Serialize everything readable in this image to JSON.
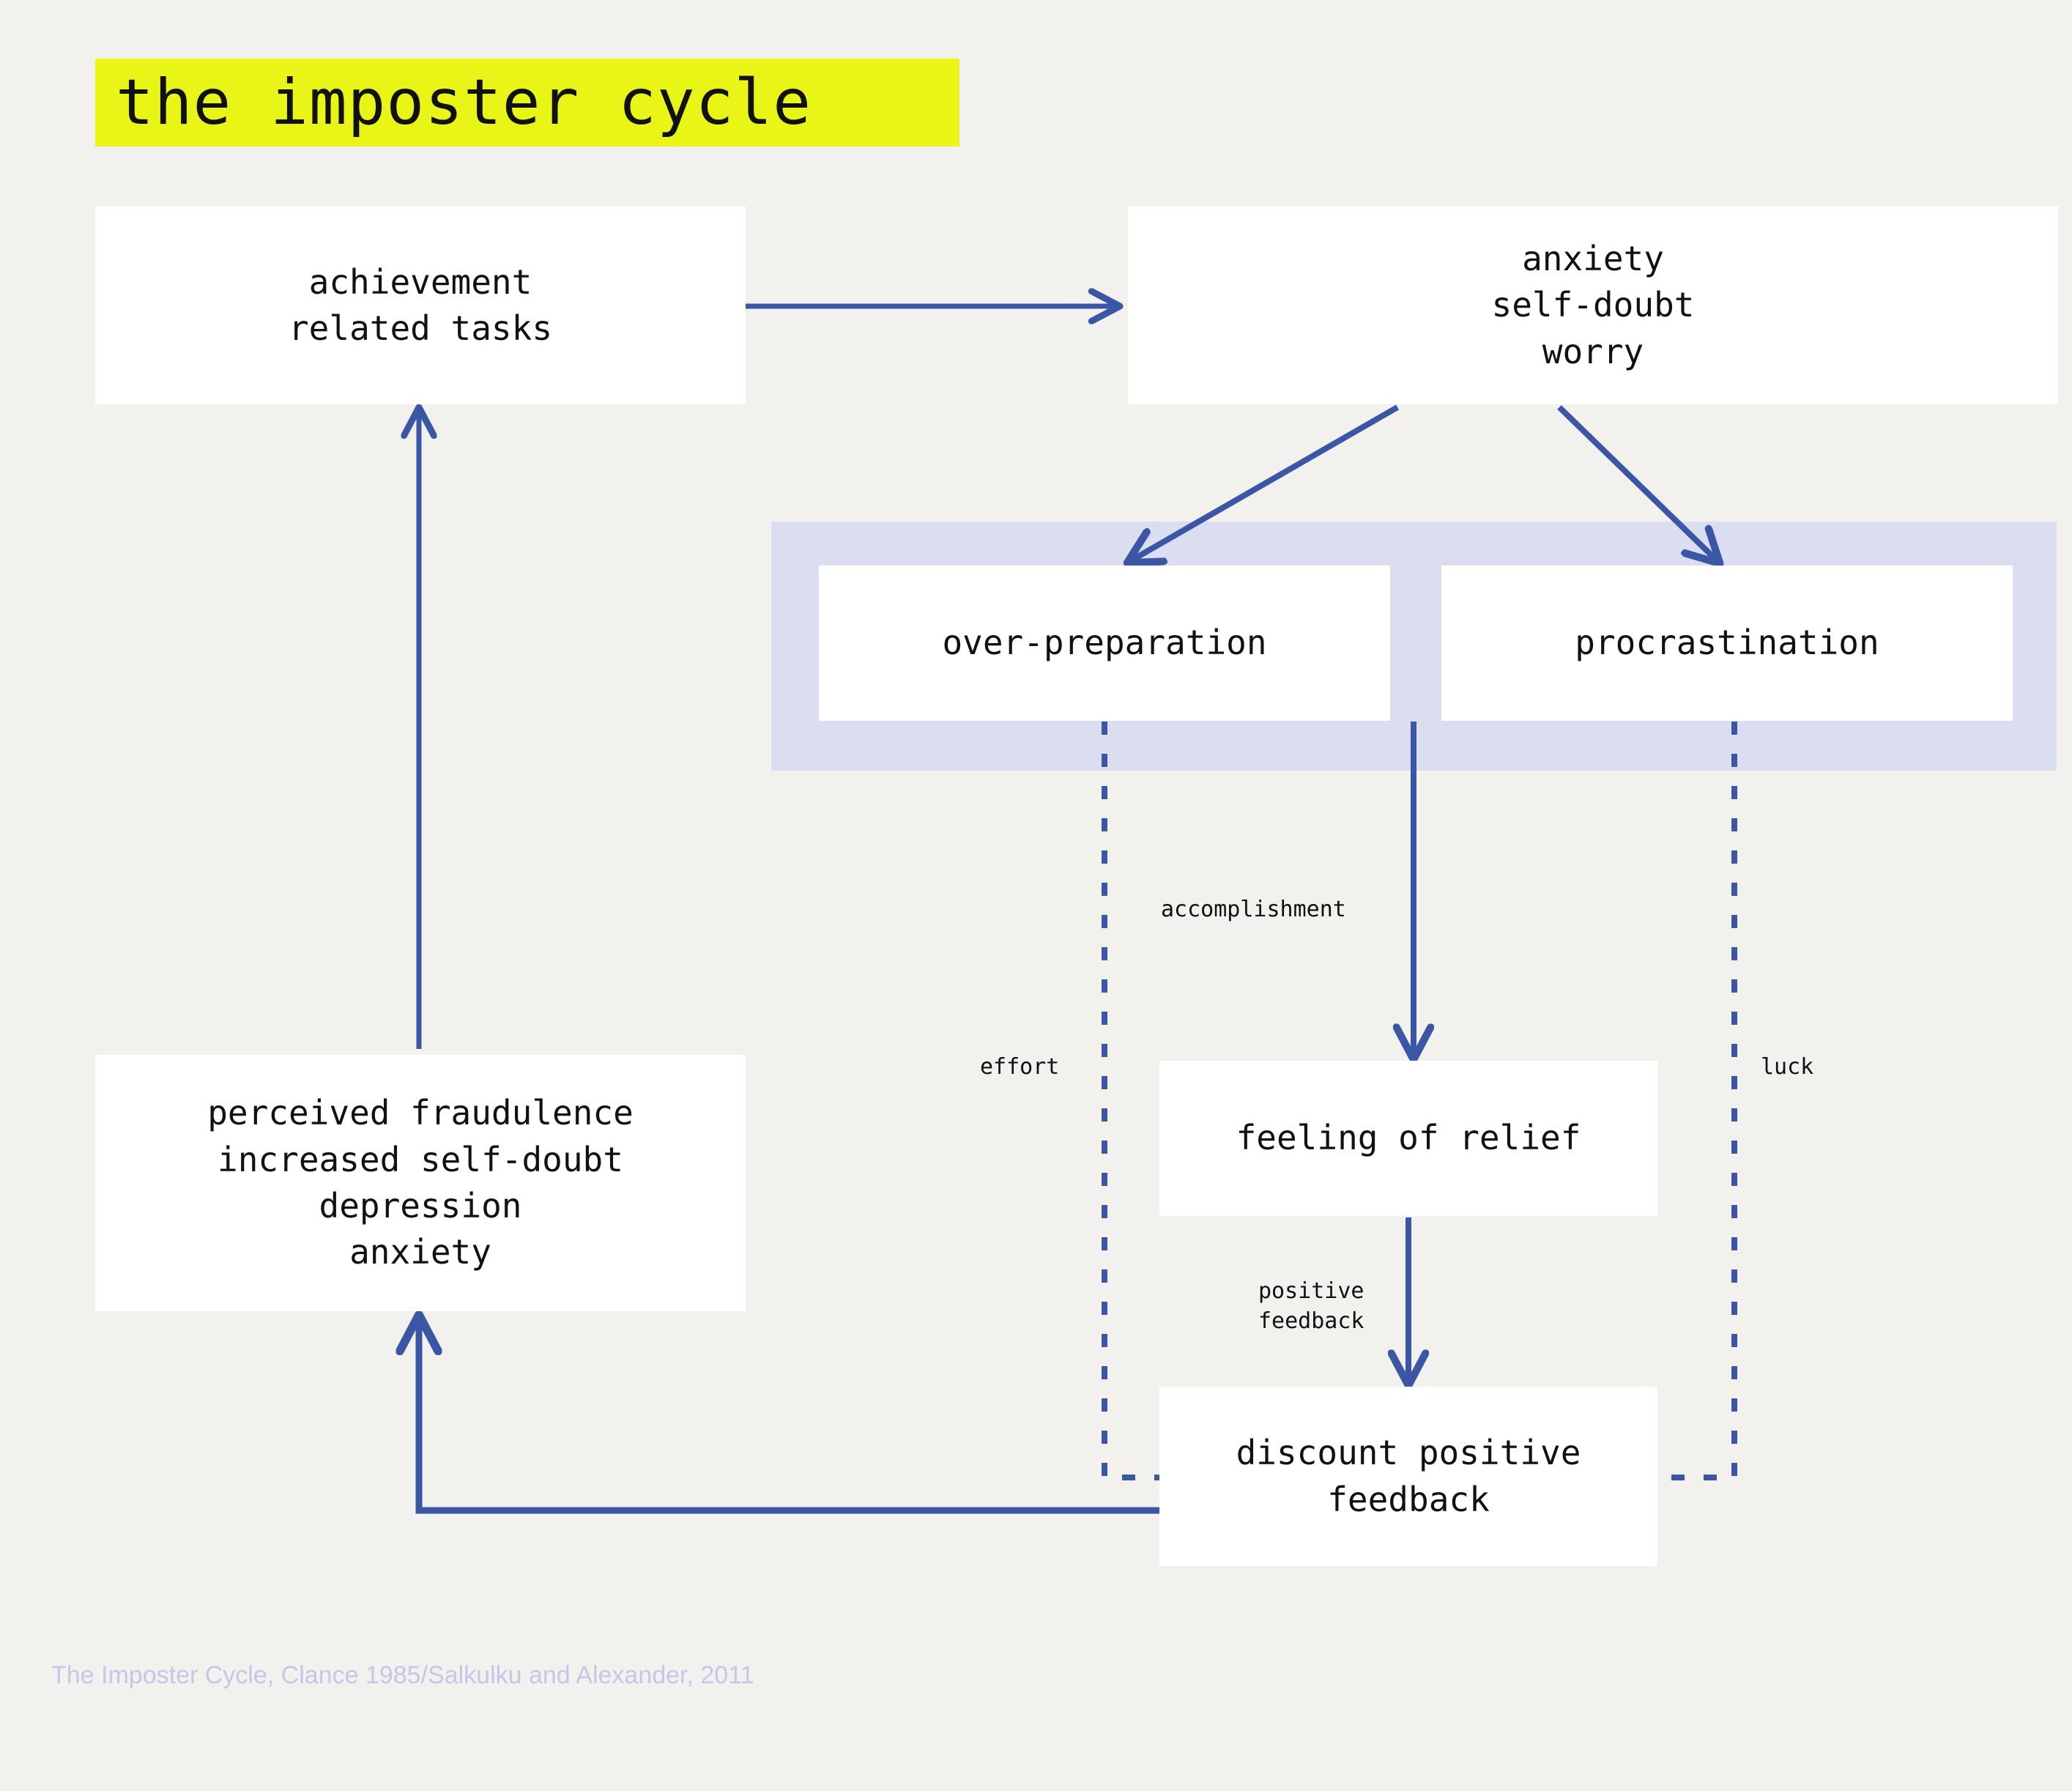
{
  "title": {
    "text": "the imposter cycle",
    "highlight_color": "#e8f516"
  },
  "colors": {
    "page_background": "#f2f1ed",
    "node_fill": "#ffffff",
    "band_fill": "#dbdef0",
    "arrow": "#3a56a5",
    "text": "#111111",
    "footer_text": "#c3c8e8"
  },
  "nodes": {
    "achievement": {
      "lines": [
        "achievement",
        "related tasks"
      ]
    },
    "anxiety": {
      "lines": [
        "anxiety",
        "self-doubt",
        "worry"
      ]
    },
    "over_preparation": {
      "lines": [
        "over-preparation"
      ]
    },
    "procrastination": {
      "lines": [
        "procrastination"
      ]
    },
    "perceived_fraudulence": {
      "lines": [
        "perceived fraudulence",
        "increased self-doubt",
        "depression",
        "anxiety"
      ]
    },
    "feeling_of_relief": {
      "lines": [
        "feeling of relief"
      ]
    },
    "discount_positive_feedback": {
      "lines": [
        "discount positive",
        "feedback"
      ]
    }
  },
  "edge_labels": {
    "accomplishment": "accomplishment",
    "effort": "effort",
    "luck": "luck",
    "positive_feedback_line1": "positive",
    "positive_feedback_line2": "feedback"
  },
  "footer": {
    "citation": "The Imposter Cycle, Clance 1985/Salkulku and Alexander, 2011"
  },
  "chart_data": {
    "type": "diagram",
    "title": "the imposter cycle",
    "nodes": [
      "achievement related tasks",
      "anxiety self-doubt worry",
      "over-preparation",
      "procrastination",
      "feeling of relief",
      "discount positive feedback",
      "perceived fraudulence increased self-doubt depression anxiety"
    ],
    "edges": [
      {
        "from": "achievement related tasks",
        "to": "anxiety self-doubt worry",
        "style": "solid",
        "label": ""
      },
      {
        "from": "anxiety self-doubt worry",
        "to": "over-preparation",
        "style": "solid",
        "label": ""
      },
      {
        "from": "anxiety self-doubt worry",
        "to": "procrastination",
        "style": "solid",
        "label": ""
      },
      {
        "from": "over-preparation",
        "to": "feeling of relief",
        "style": "solid",
        "label": "accomplishment"
      },
      {
        "from": "feeling of relief",
        "to": "discount positive feedback",
        "style": "solid",
        "label": "positive feedback"
      },
      {
        "from": "discount positive feedback",
        "to": "perceived fraudulence increased self-doubt depression anxiety",
        "style": "solid",
        "label": ""
      },
      {
        "from": "perceived fraudulence increased self-doubt depression anxiety",
        "to": "achievement related tasks",
        "style": "solid",
        "label": ""
      },
      {
        "from": "over-preparation",
        "to": "discount positive feedback",
        "style": "dashed",
        "label": "effort"
      },
      {
        "from": "procrastination",
        "to": "discount positive feedback",
        "style": "dashed",
        "label": "luck"
      }
    ]
  }
}
